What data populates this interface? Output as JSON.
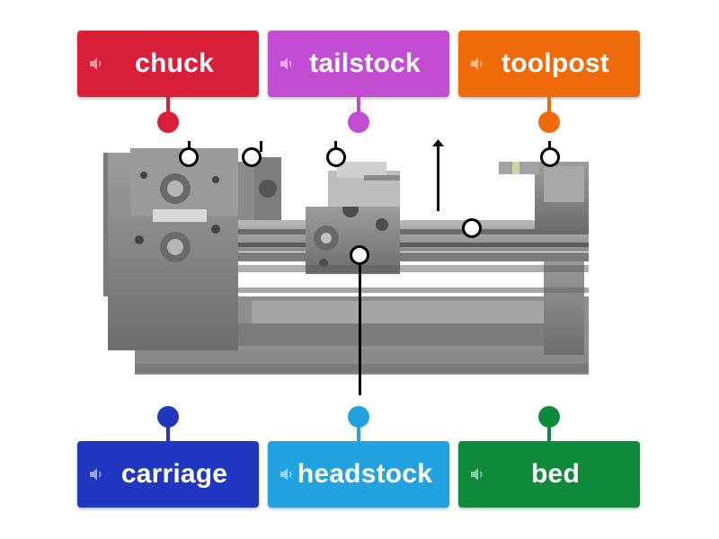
{
  "labels": {
    "top": [
      {
        "text": "chuck",
        "color": "#d8203a"
      },
      {
        "text": "tailstock",
        "color": "#c24dd3"
      },
      {
        "text": "toolpost",
        "color": "#ee6a0a"
      }
    ],
    "bottom": [
      {
        "text": "carriage",
        "color": "#2038c0"
      },
      {
        "text": "headstock",
        "color": "#22a3e0"
      },
      {
        "text": "bed",
        "color": "#0f8a3a"
      }
    ]
  },
  "icons": {
    "speaker": "speaker-icon"
  },
  "image": {
    "subject": "lathe machine illustration"
  }
}
